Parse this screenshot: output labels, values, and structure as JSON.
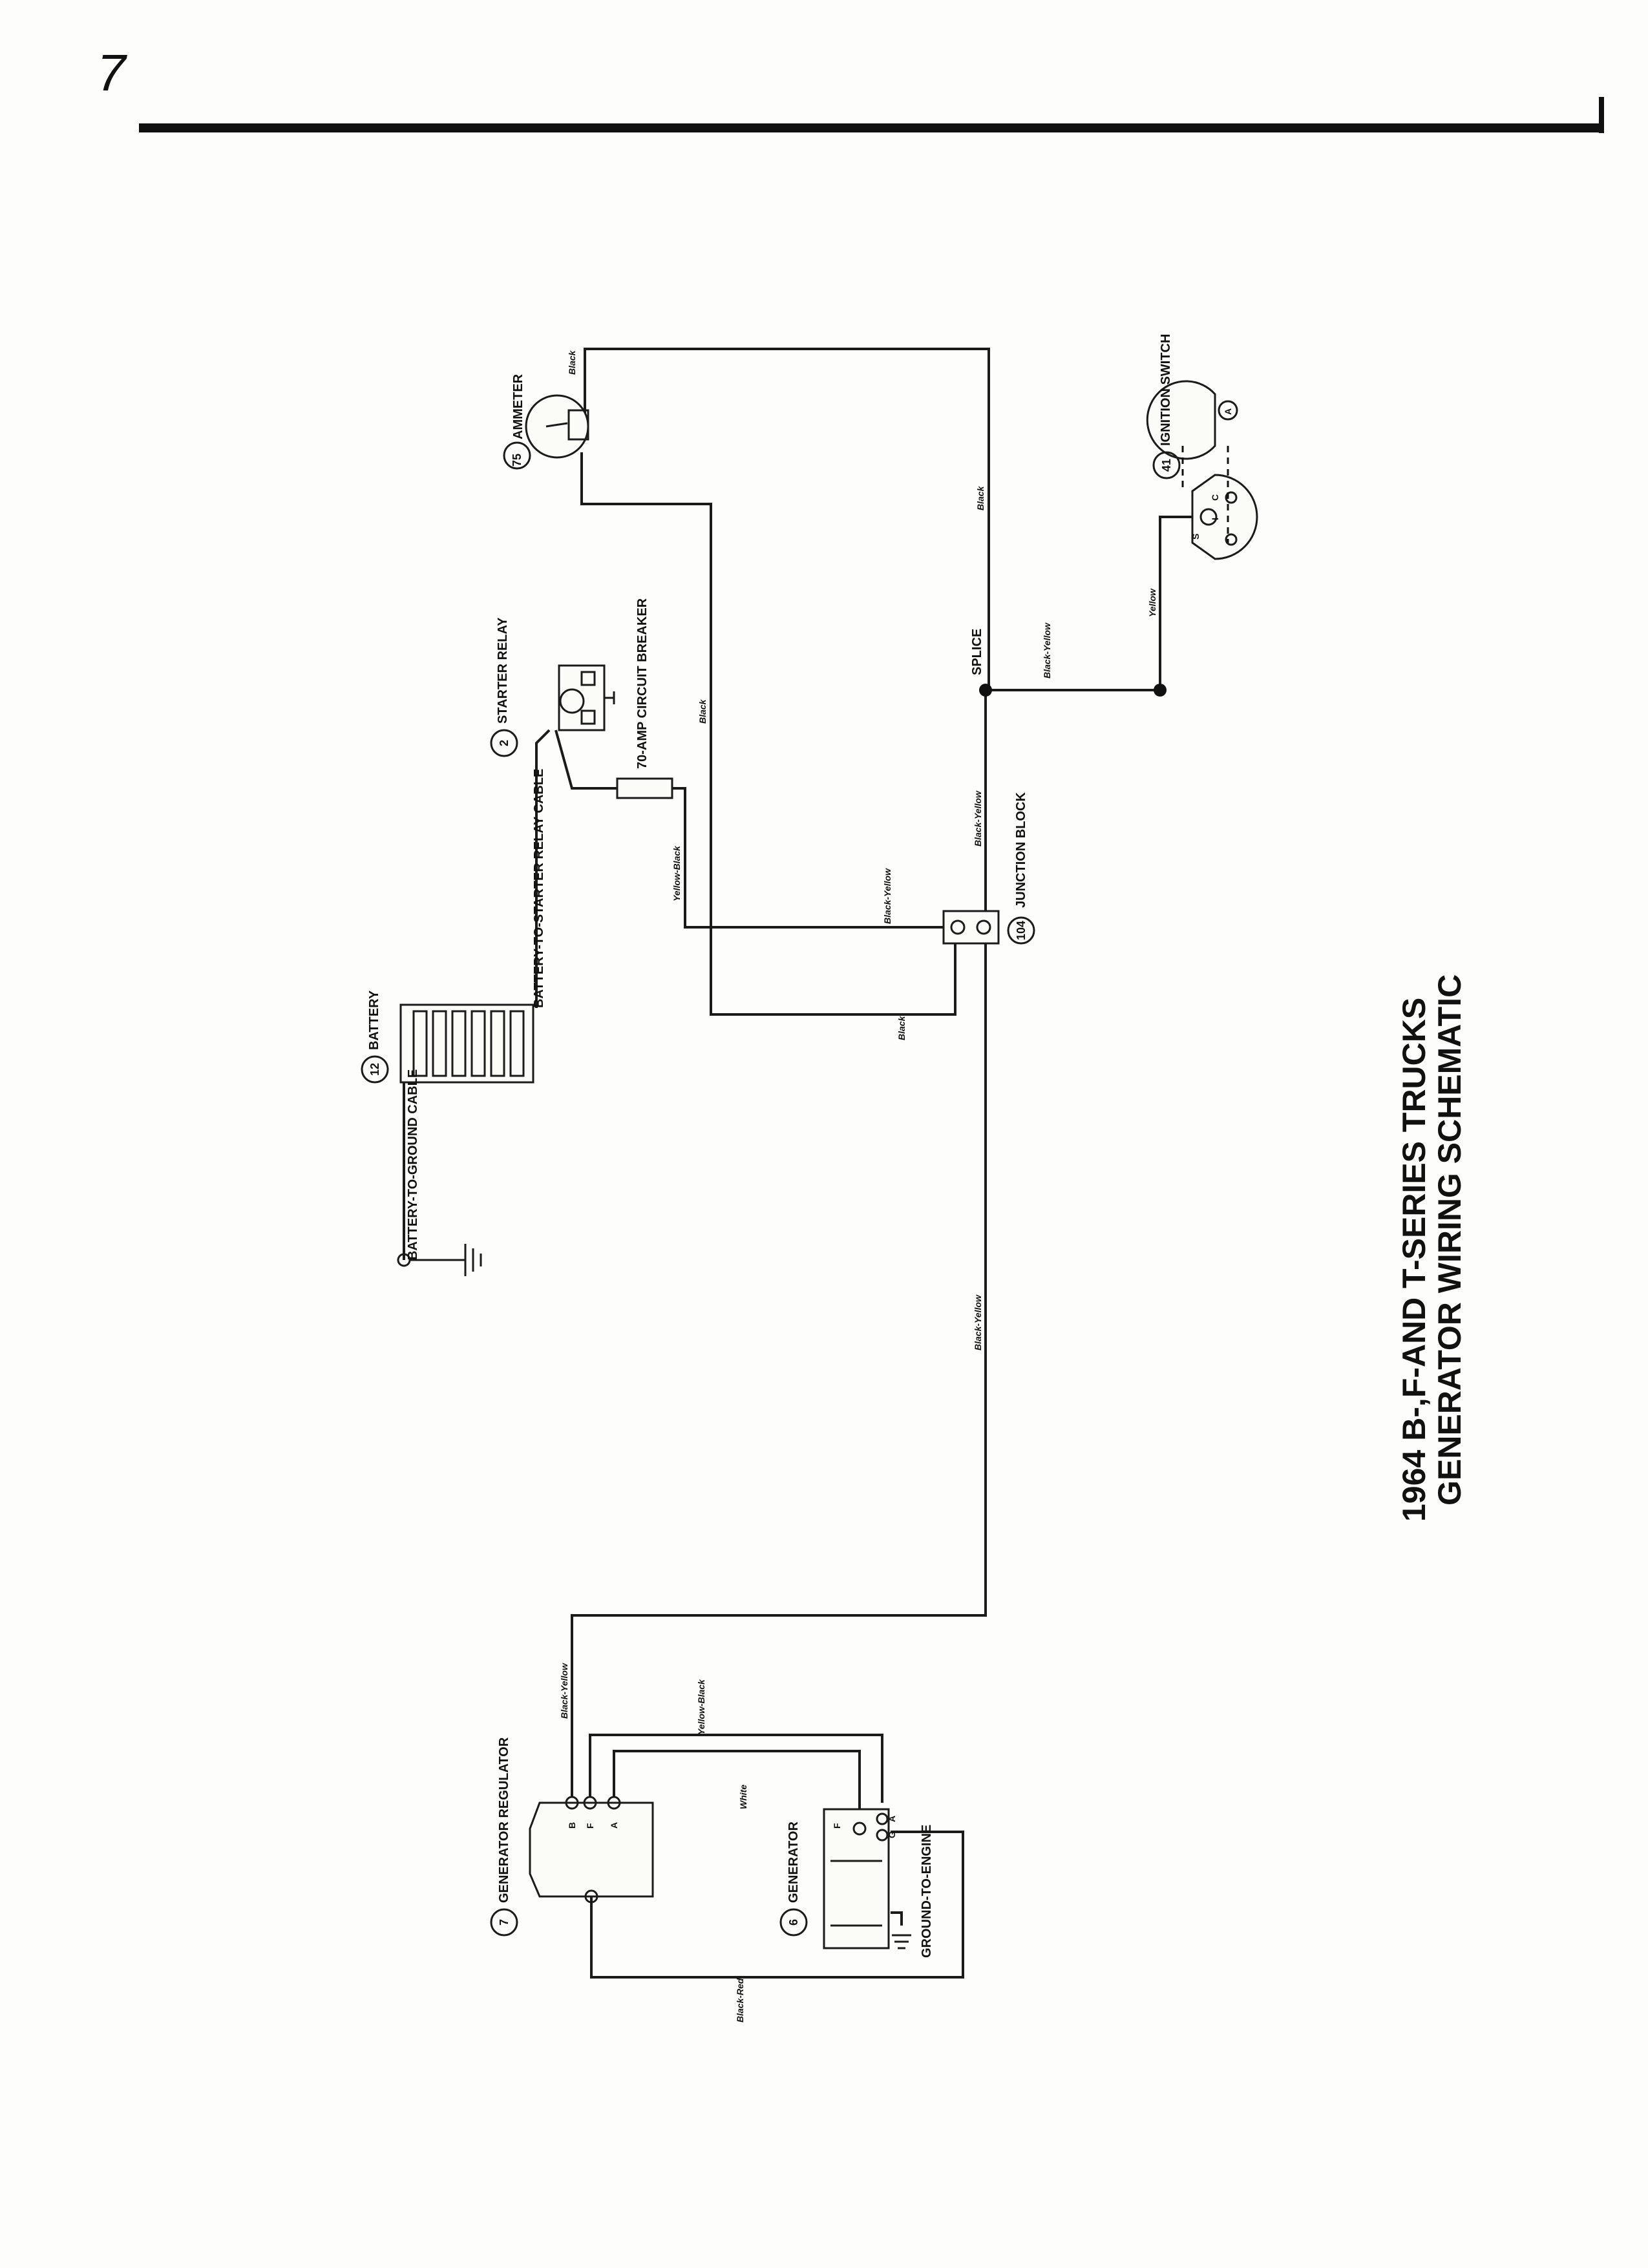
{
  "page_number": "7",
  "title_line1": "1964  B-,F-AND T-SERIES TRUCKS",
  "title_line2": "GENERATOR WIRING SCHEMATIC",
  "components": {
    "battery": {
      "num": "12",
      "label": "BATTERY"
    },
    "starter_relay": {
      "num": "2",
      "label": "STARTER RELAY"
    },
    "ammeter": {
      "num": "75",
      "label": "AMMETER"
    },
    "ignition_switch": {
      "num": "41",
      "label": "IGNITION SWITCH"
    },
    "junction_block": {
      "num": "104",
      "label": "JUNCTION BLOCK"
    },
    "generator_regulator": {
      "num": "7",
      "label": "GENERATOR REGULATOR"
    },
    "generator": {
      "num": "6",
      "label": "GENERATOR"
    },
    "circuit_breaker": {
      "label": "70-AMP CIRCUIT BREAKER"
    },
    "splice": {
      "label": "SPLICE"
    }
  },
  "cables": {
    "battery_ground": "BATTERY-TO-GROUND CABLE",
    "battery_relay": "BATTERY-TO-STARTER RELAY CABLE",
    "ground_engine": "GROUND-TO-ENGINE"
  },
  "wire_colors": {
    "black": "Black",
    "black_yellow": "Black-Yellow",
    "yellow_black": "Yellow-Black",
    "yellow": "Yellow",
    "white": "White",
    "black_red": "Black-Red"
  },
  "terminals": {
    "regulator": [
      "B",
      "F",
      "A"
    ],
    "generator": [
      "F",
      "G",
      "A"
    ],
    "ignition": [
      "S",
      "I",
      "C",
      "A"
    ]
  }
}
